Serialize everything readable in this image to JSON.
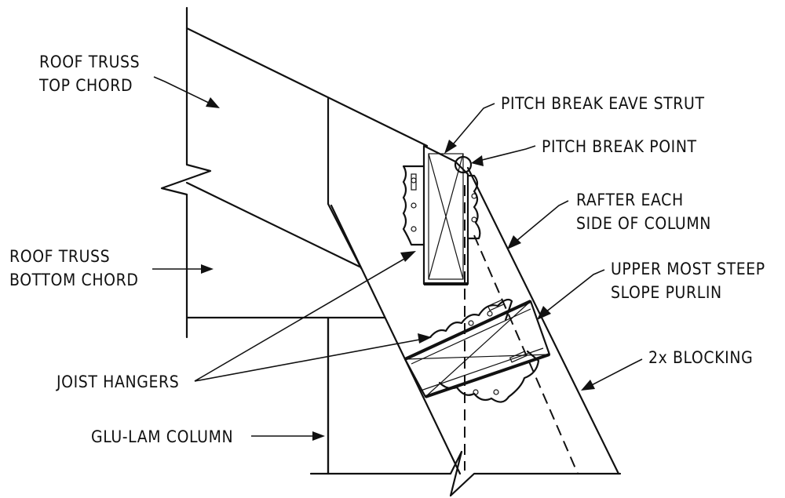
{
  "labels": {
    "roof_truss_top_chord": [
      "ROOF TRUSS",
      "TOP CHORD"
    ],
    "pitch_break_eave_strut": "PITCH BREAK EAVE STRUT",
    "pitch_break_point": "PITCH BREAK POINT",
    "rafter_each_side": [
      "RAFTER EACH",
      "SIDE OF COLUMN"
    ],
    "roof_truss_bottom_chord": [
      "ROOF TRUSS",
      "BOTTOM CHORD"
    ],
    "upper_most_steep_slope_purlin": [
      "UPPER MOST STEEP",
      "SLOPE PURLIN"
    ],
    "joist_hangers": "JOIST HANGERS",
    "two_x_blocking": "2x BLOCKING",
    "glu_lam_column": "GLU-LAM COLUMN"
  },
  "colors": {
    "line": "#111111",
    "background": "#ffffff"
  }
}
